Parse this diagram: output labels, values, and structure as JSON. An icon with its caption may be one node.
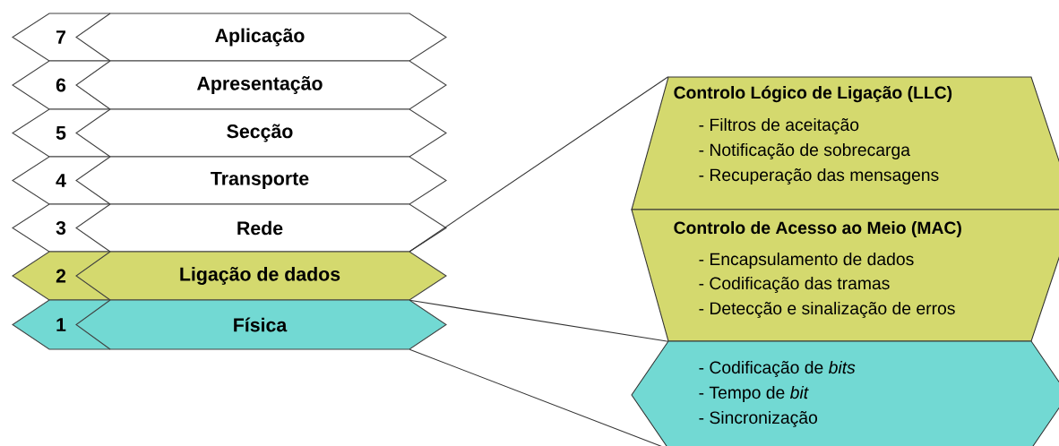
{
  "diagram": {
    "nodes": [
      {
        "text": [
          "7",
          "Aplicação"
        ]
      },
      {
        "text": [
          "6",
          "Apresentação"
        ]
      },
      {
        "text": [
          "5",
          "Secção"
        ]
      },
      {
        "text": [
          "4",
          "Transporte"
        ]
      },
      {
        "text": [
          "3",
          "Rede"
        ]
      },
      {
        "text": [
          "2",
          "Ligação de dados"
        ]
      },
      {
        "text": [
          "1",
          "Física"
        ]
      },
      {
        "text": [
          "Controlo Lógico de Ligação (LLC)",
          "- Filtros de aceitação",
          "- Notificação de sobrecarga",
          "- Recuperação das mensagens"
        ]
      },
      {
        "text": [
          "Controlo de Acesso ao Meio (MAC)",
          "- Encapsulamento de dados",
          "- Codificação das tramas",
          "- Detecção e sinalização de erros"
        ]
      },
      {
        "text": [
          "- Codificação de *bits*",
          "- Tempo de *bit*",
          "- Sincronização"
        ]
      }
    ],
    "edges": [
      {
        "from": 5,
        "to": 7,
        "arrow": "none"
      },
      {
        "from": 5,
        "to": 8,
        "arrow": "none"
      },
      {
        "from": 6,
        "to": 9,
        "arrow": "none"
      }
    ]
  }
}
